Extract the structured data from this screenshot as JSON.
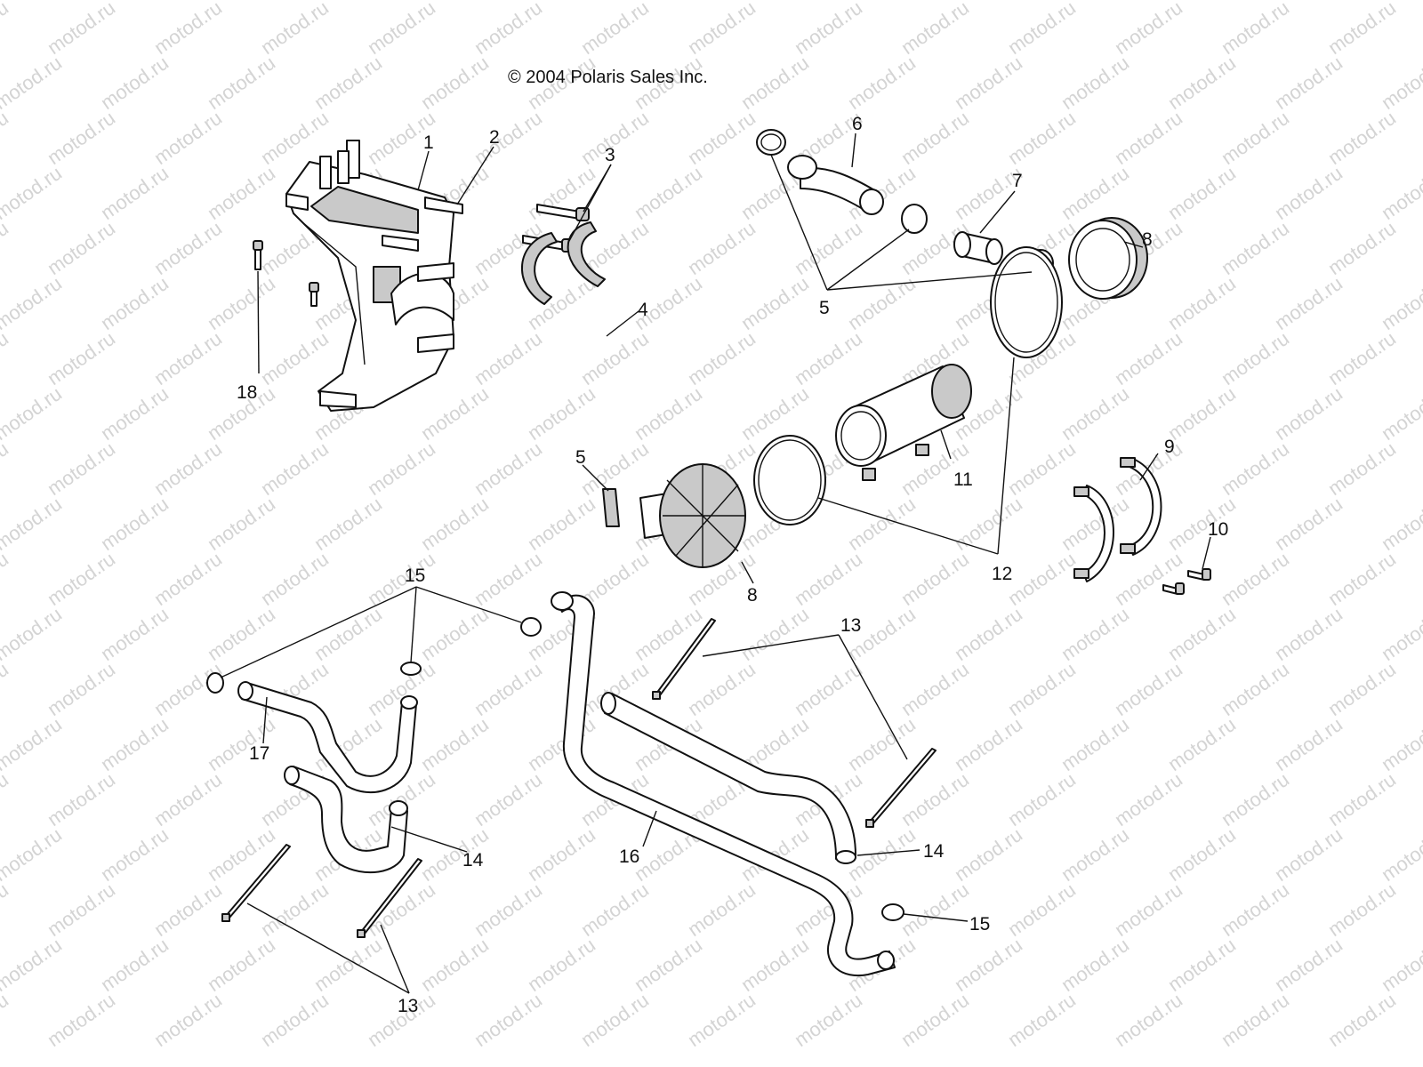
{
  "copyright": "© 2004 Polaris Sales Inc.",
  "watermark": "motod.ru",
  "callouts": {
    "c1": "1",
    "c2": "2",
    "c3": "3",
    "c4": "4",
    "c5a": "5",
    "c5b": "5",
    "c6": "6",
    "c7": "7",
    "c8a": "8",
    "c8b": "8",
    "c9": "9",
    "c10": "10",
    "c11": "11",
    "c12": "12",
    "c13a": "13",
    "c13b": "13",
    "c14a": "14",
    "c14b": "14",
    "c15a": "15",
    "c15b": "15",
    "c16": "16",
    "c17": "17",
    "c18": "18"
  }
}
